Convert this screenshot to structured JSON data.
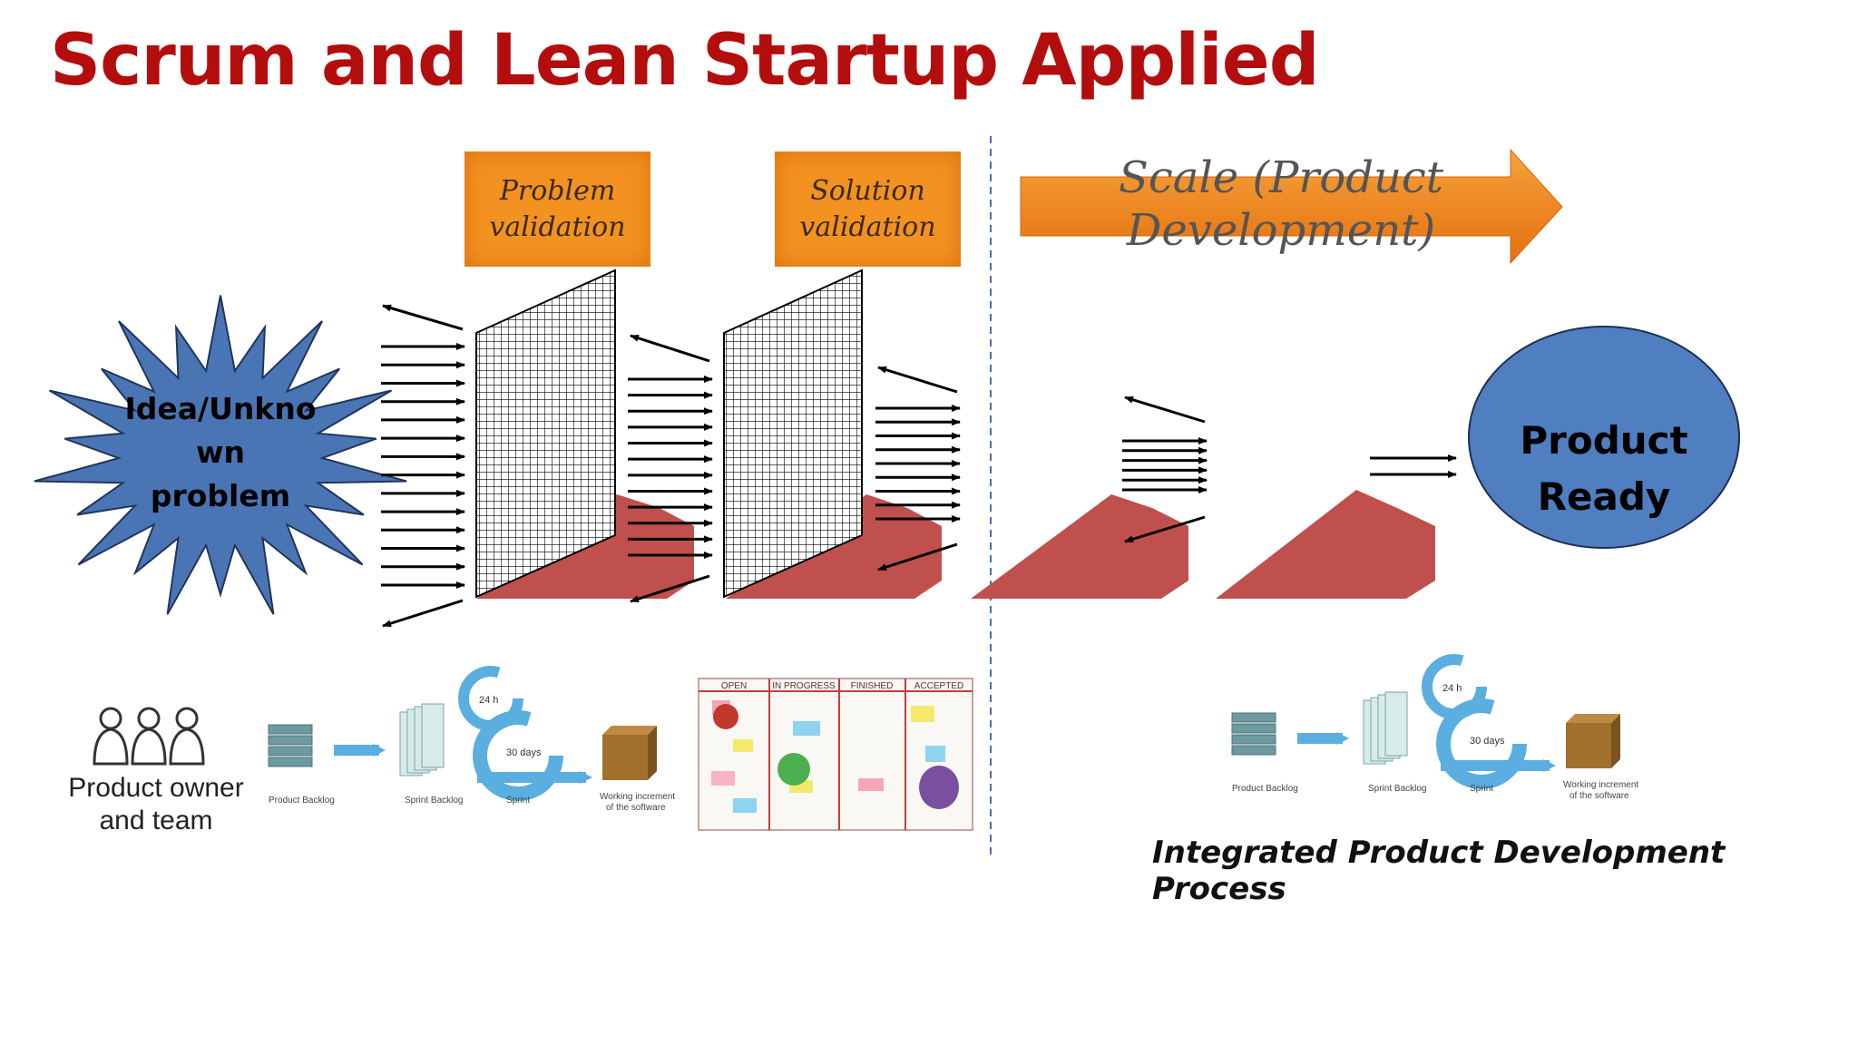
{
  "slide": {
    "title": "Scrum and Lean Startup Applied",
    "problem_note": [
      "Problem",
      "validation"
    ],
    "solution_note": [
      "Solution",
      "validation"
    ],
    "scale_arrow": [
      "Scale (Product",
      "Development)"
    ],
    "idea_starburst": [
      "Idea/Unkno",
      "wn",
      "problem"
    ],
    "product_ready": [
      "Product",
      "Ready"
    ],
    "team_label": [
      "Product owner",
      "and team"
    ],
    "scrum_left": {
      "backlog": "Product Backlog",
      "sprint_backlog": "Sprint Backlog",
      "sprint": "Sprint",
      "increment": [
        "Working increment",
        "of the software"
      ],
      "cycle_24h": "24 h",
      "cycle_30d": "30 days"
    },
    "kanban_headers": [
      "OPEN",
      "IN PROGRESS",
      "FINISHED",
      "ACCEPTED"
    ],
    "scrum_right": {
      "backlog": "Product Backlog",
      "sprint_backlog": "Sprint Backlog",
      "sprint": "Sprint",
      "increment": [
        "Working increment",
        "of the software"
      ],
      "cycle_24h": "24 h",
      "cycle_30d": "30 days"
    },
    "caption": "Integrated Product Development Process",
    "colors": {
      "title": "#b40d0d",
      "note": "#f39220",
      "starburst": "#4a75b5",
      "circle": "#4f7fc0",
      "funnel": "#c0504d",
      "scrum_blue": "#5aaee0"
    }
  }
}
